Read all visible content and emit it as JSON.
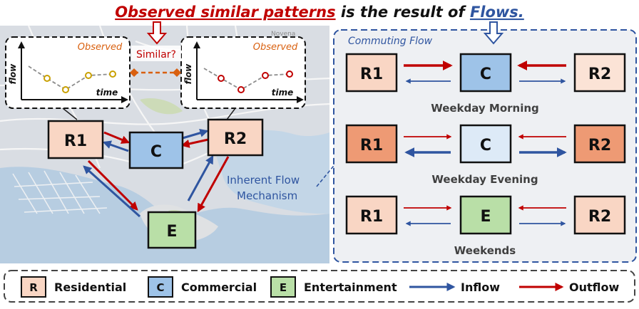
{
  "headline": {
    "part1": "Observed similar patterns",
    "part2": " is the result of ",
    "part3": "Flows."
  },
  "map": {
    "similar_label": "Similar?",
    "observed_left": "Observed",
    "observed_right": "Observed",
    "axis_y": "flow",
    "axis_x": "time",
    "mechanism_line1": "Inherent Flow",
    "mechanism_line2": "Mechanism",
    "nodes": {
      "r1": "R1",
      "c": "C",
      "r2": "R2",
      "e": "E"
    },
    "place_label": "Novena"
  },
  "commuting": {
    "title": "Commuting Flow",
    "rows": [
      {
        "left": "R1",
        "center": "C",
        "right": "R2",
        "label": "Weekday Morning"
      },
      {
        "left": "R1",
        "center": "C",
        "right": "R2",
        "label": "Weekday Evening"
      },
      {
        "left": "R1",
        "center": "E",
        "right": "R2",
        "label": "Weekends"
      }
    ]
  },
  "legend": {
    "r_letter": "R",
    "r_label": "Residential",
    "c_letter": "C",
    "c_label": "Commercial",
    "e_letter": "E",
    "e_label": "Entertainment",
    "inflow": "Inflow",
    "outflow": "Outflow"
  },
  "colors": {
    "red": "#c00000",
    "blue": "#2f55a0",
    "res_light": "#f9d6c4",
    "res_dark": "#ee9a74",
    "com_dark": "#9ec3e8",
    "com_light": "#ddeaf7",
    "ent": "#b9dfa7",
    "orange": "#d9600f"
  }
}
